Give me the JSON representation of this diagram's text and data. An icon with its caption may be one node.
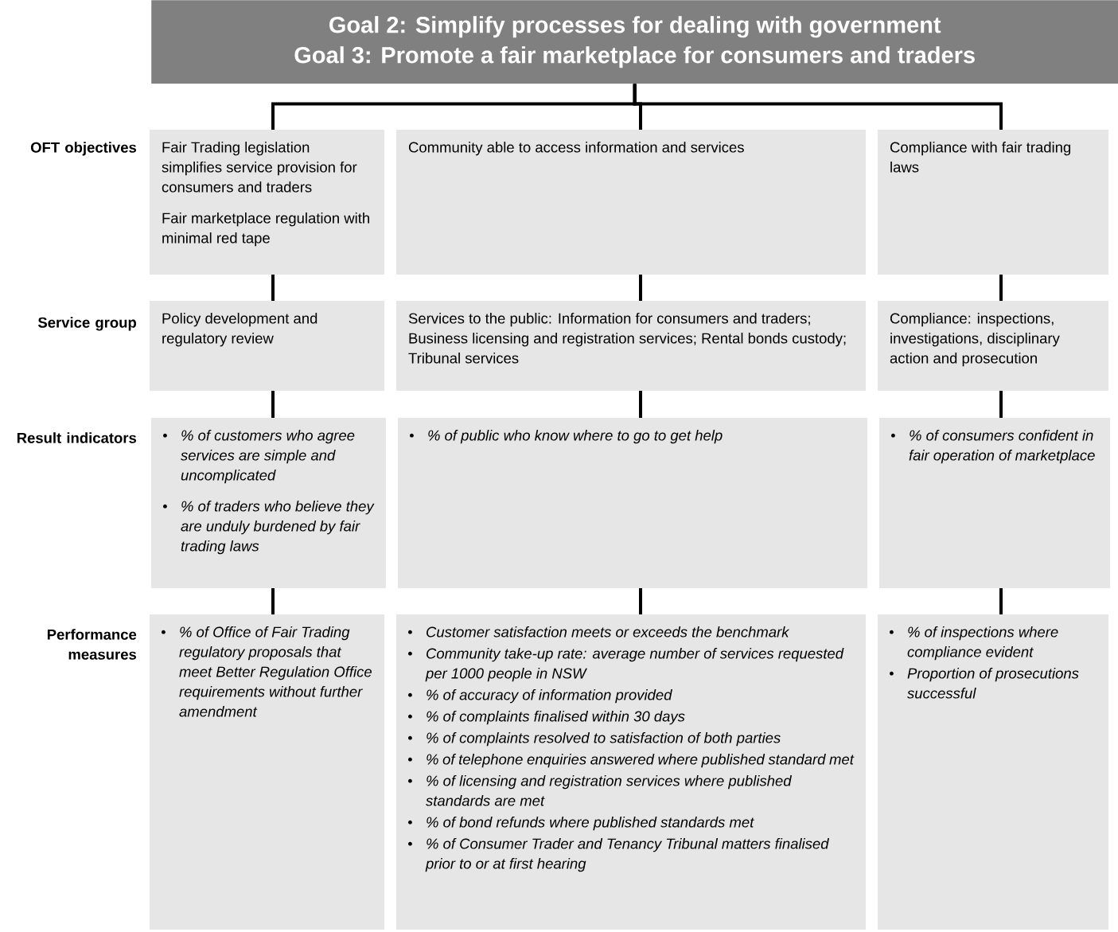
{
  "diagram": {
    "nodes": [
      {
        "text": [
          "Goal 2: Simplify processes for dealing with government",
          "Goal 3: Promote a fair marketplace for consumers and traders"
        ]
      },
      {
        "text": [
          "Fair Trading legislation simplifies service provision for consumers and traders",
          "Fair marketplace regulation with minimal red tape"
        ]
      },
      {
        "text": [
          "Community able to access information and services"
        ]
      },
      {
        "text": [
          "Compliance with fair trading laws"
        ]
      },
      {
        "text": [
          "Policy development and regulatory review"
        ]
      },
      {
        "text": [
          "Services to the public:  Information for consumers and traders; Business licensing and registration services; Rental bonds custody; Tribunal services"
        ]
      },
      {
        "text": [
          "Compliance: inspections, investigations, disciplinary action and prosecution"
        ]
      },
      {
        "text": [
          "% of customers who agree services are simple and uncomplicated",
          "% of traders who believe they are unduly burdened by fair trading laws"
        ]
      },
      {
        "text": [
          "% of public who know where to go to get help"
        ]
      },
      {
        "text": [
          "% of consumers confident in fair operation of marketplace"
        ]
      },
      {
        "text": [
          "% of Office of Fair Trading regulatory proposals that meet Better Regulation Office requirements without further amendment"
        ]
      },
      {
        "text": [
          "Customer satisfaction meets or exceeds the benchmark",
          "Community take-up rate: average number of services requested per 1000 people in NSW",
          "% of accuracy of information provided",
          "% of complaints finalised within 30 days",
          "% of complaints resolved to satisfaction of both parties",
          "% of telephone enquiries answered where published standard met",
          "% of licensing and registration services where published standards are met",
          "% of bond refunds where published standards met",
          "% of Consumer Trader and Tenancy Tribunal matters finalised prior to or at first hearing"
        ]
      },
      {
        "text": [
          "% of inspections where compliance evident",
          "Proportion of prosecutions successful"
        ]
      }
    ],
    "edges": [
      {
        "from": 0,
        "to": 1,
        "arrow": "none"
      },
      {
        "from": 0,
        "to": 2,
        "arrow": "none"
      },
      {
        "from": 0,
        "to": 3,
        "arrow": "none"
      },
      {
        "from": 1,
        "to": 4,
        "arrow": "none"
      },
      {
        "from": 2,
        "to": 5,
        "arrow": "none"
      },
      {
        "from": 3,
        "to": 6,
        "arrow": "none"
      },
      {
        "from": 4,
        "to": 7,
        "arrow": "none"
      },
      {
        "from": 5,
        "to": 8,
        "arrow": "none"
      },
      {
        "from": 6,
        "to": 9,
        "arrow": "none"
      },
      {
        "from": 7,
        "to": 10,
        "arrow": "none"
      },
      {
        "from": 8,
        "to": 11,
        "arrow": "none"
      },
      {
        "from": 9,
        "to": 12,
        "arrow": "none"
      }
    ],
    "labels": [
      "OFT objectives",
      "Service group",
      "Result indicators",
      "Performance measures"
    ]
  }
}
